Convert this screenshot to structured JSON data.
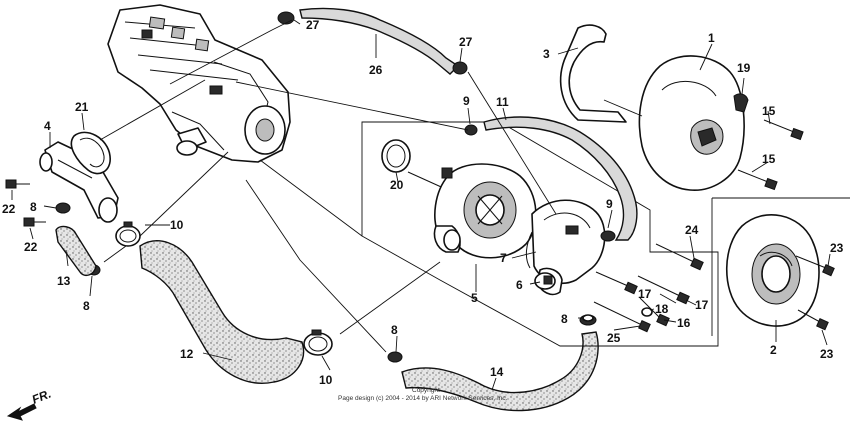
{
  "callouts": {
    "c1": "1",
    "c2": "2",
    "c3": "3",
    "c4": "4",
    "c5": "5",
    "c6": "6",
    "c7": "7",
    "c8a": "8",
    "c8b": "8",
    "c8c": "8",
    "c8d": "8",
    "c9a": "9",
    "c9b": "9",
    "c10a": "10",
    "c10b": "10",
    "c11": "11",
    "c12": "12",
    "c13": "13",
    "c14": "14",
    "c15a": "15",
    "c15b": "15",
    "c16": "16",
    "c17a": "17",
    "c17b": "17",
    "c18": "18",
    "c19": "19",
    "c20": "20",
    "c21": "21",
    "c22a": "22",
    "c22b": "22",
    "c23a": "23",
    "c23b": "23",
    "c24": "24",
    "c25": "25",
    "c26": "26",
    "c27a": "27",
    "c27b": "27"
  },
  "direction_label": "FR.",
  "copyright_line1": "Copyright",
  "copyright_line2": "Page design (c) 2004 - 2014 by ARI Network Services, Inc."
}
